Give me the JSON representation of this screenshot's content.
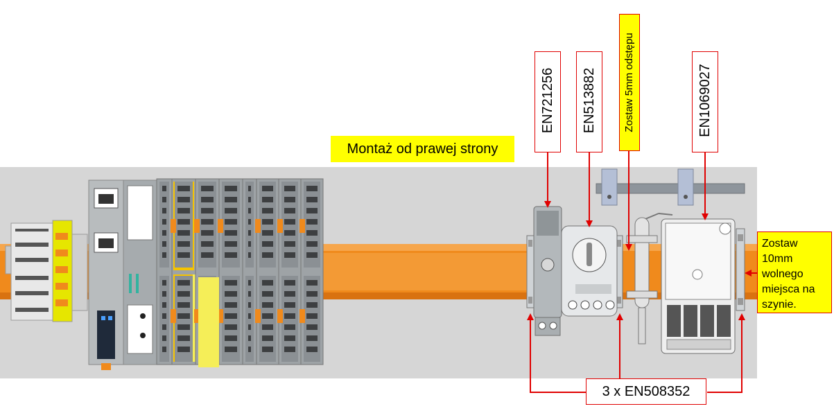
{
  "title_note": "Montaż od prawej strony",
  "labels": {
    "part_a": "EN721256",
    "part_b": "EN513882",
    "gap_note": "Zostaw 5mm odstępu",
    "part_c": "EN1069027",
    "end_stops": "3 x EN508352",
    "free_space": "Zostaw 10mm wolnego miejsca na szynie."
  },
  "colors": {
    "rail": "#f08a1c",
    "panel": "#d4d4d4",
    "leader": "#e00000",
    "highlight": "#ffff00",
    "module_yellow": "#f6c400",
    "module_grey": "#a9aeb1"
  }
}
